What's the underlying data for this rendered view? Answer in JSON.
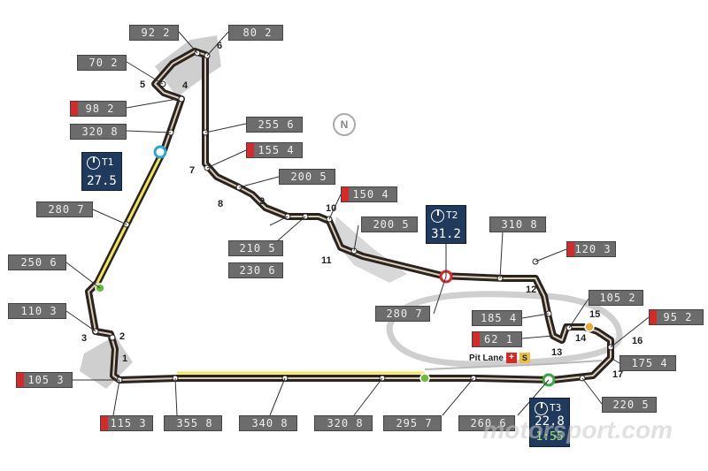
{
  "speed_boxes": [
    {
      "id": "b1",
      "text": "92 2",
      "red": false
    },
    {
      "id": "b2",
      "text": "80 2",
      "red": false
    },
    {
      "id": "b3",
      "text": "70 2",
      "red": false
    },
    {
      "id": "b4",
      "text": "98 2",
      "red": true
    },
    {
      "id": "b5",
      "text": "320 8",
      "red": false
    },
    {
      "id": "b6",
      "text": "255 6",
      "red": false
    },
    {
      "id": "b7",
      "text": "155 4",
      "red": true
    },
    {
      "id": "b8",
      "text": "200 5",
      "red": false
    },
    {
      "id": "b9",
      "text": "150 4",
      "red": true
    },
    {
      "id": "b10",
      "text": "280 7",
      "red": false
    },
    {
      "id": "b11",
      "text": "250 6",
      "red": false
    },
    {
      "id": "b12",
      "text": "110 3",
      "red": false
    },
    {
      "id": "b13",
      "text": "105 3",
      "red": true
    },
    {
      "id": "b14",
      "text": "210 5",
      "red": false
    },
    {
      "id": "b15",
      "text": "230 6",
      "red": false
    },
    {
      "id": "b16",
      "text": "200 5",
      "red": false
    },
    {
      "id": "b17",
      "text": "310 8",
      "red": false
    },
    {
      "id": "b18",
      "text": "120 3",
      "red": true
    },
    {
      "id": "b19",
      "text": "280 7",
      "red": false
    },
    {
      "id": "b20",
      "text": "105 2",
      "red": false
    },
    {
      "id": "b21",
      "text": "185 4",
      "red": false
    },
    {
      "id": "b22",
      "text": "95 2",
      "red": true
    },
    {
      "id": "b23",
      "text": "62 1",
      "red": true
    },
    {
      "id": "b24",
      "text": "175 4",
      "red": false
    },
    {
      "id": "b25",
      "text": "220 5",
      "red": false
    },
    {
      "id": "b26",
      "text": "115 3",
      "red": true
    },
    {
      "id": "b27",
      "text": "355 8",
      "red": false
    },
    {
      "id": "b28",
      "text": "340 8",
      "red": false
    },
    {
      "id": "b29",
      "text": "320 8",
      "red": false
    },
    {
      "id": "b30",
      "text": "295 7",
      "red": false
    },
    {
      "id": "b31",
      "text": "260 6",
      "red": false
    }
  ],
  "turns": [
    "1",
    "2",
    "3",
    "4",
    "5",
    "6",
    "7",
    "8",
    "9",
    "10",
    "11",
    "12",
    "13",
    "14",
    "15",
    "16",
    "17"
  ],
  "sectors": [
    {
      "label": "T1",
      "value": "27.5"
    },
    {
      "label": "T2",
      "value": "31.2"
    },
    {
      "label": "T3",
      "value": "22.8",
      "sub": "1:55"
    }
  ],
  "pit_lane": {
    "label": "Pit Lane",
    "s_badge": "S"
  },
  "compass_letter": "N",
  "watermark": "motorsport.com",
  "colors": {
    "track": "#2a2320",
    "drs": "#f2e85a",
    "sector_box": "#1f3a5c",
    "speed_box": "#6c6c6c",
    "red_gear": "#d42a2a",
    "runoff": "#cfcfcf"
  }
}
